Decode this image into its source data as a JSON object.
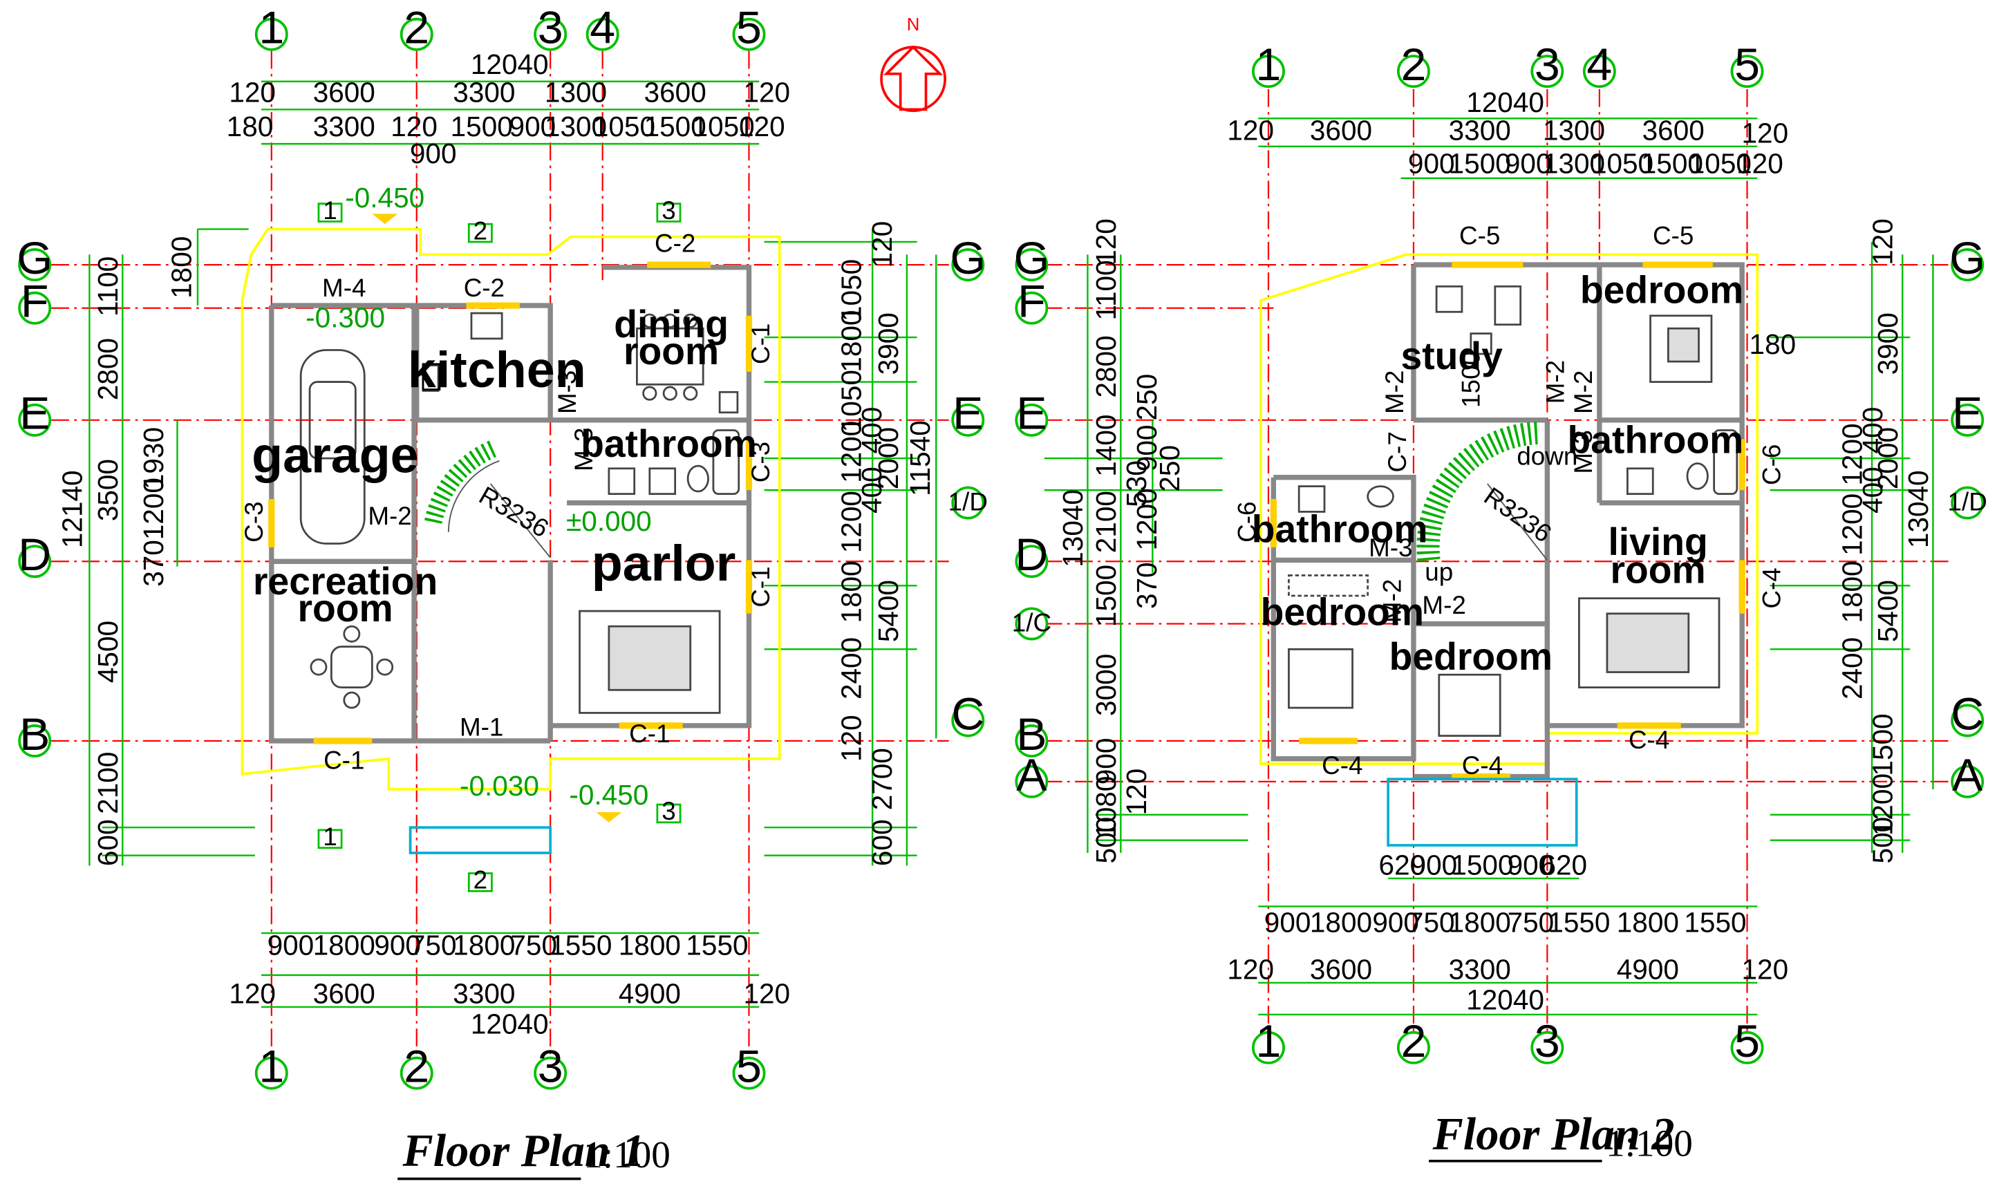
{
  "plan1": {
    "caption": "Floor Plan 1",
    "scale": "1:100",
    "north": "N",
    "top_dims": {
      "overall": "12040",
      "row1": [
        "120",
        "3600",
        "3300",
        "1300",
        "3600",
        "120"
      ],
      "row2": [
        "180",
        "3300",
        "120",
        "1500",
        "900",
        "1300",
        "1050",
        "1500",
        "1050",
        "120"
      ],
      "row2_sub": "900"
    },
    "bottom_dims": {
      "row1": [
        "900",
        "1800",
        "900",
        "750",
        "1800",
        "750",
        "1550",
        "1800",
        "1550"
      ],
      "row2": [
        "120",
        "3600",
        "3300",
        "4900",
        "120"
      ],
      "overall": "12040"
    },
    "left_dims": {
      "outer": "12140",
      "col1": [
        "1100",
        "2800",
        "3500",
        "4500",
        "2100",
        "600"
      ],
      "col2": [
        "1800",
        "1930",
        "3701200"
      ]
    },
    "right_dims": {
      "outer": "11540",
      "col1": [
        "120",
        "1050",
        "1800",
        "1050",
        "1200",
        "1200",
        "1800",
        "2400",
        "120",
        "2700",
        "600"
      ],
      "col2": [
        "3900",
        "400",
        "2000",
        "400",
        "5400"
      ]
    },
    "axes_cols": [
      "1",
      "2",
      "3",
      "4",
      "5"
    ],
    "axes_rows_left": [
      "G",
      "F",
      "E",
      "D",
      "B"
    ],
    "axes_rows_right": [
      "G",
      "E",
      "1/D",
      "C"
    ],
    "rooms": {
      "garage": "garage",
      "kitchen": "kitchen",
      "dining_1": "dining",
      "dining_2": "room",
      "bathroom": "bathroom",
      "parlor": "parlor",
      "recreation_1": "recreation",
      "recreation_2": "room"
    },
    "labels": {
      "m4": "M-4",
      "c2a": "C-2",
      "c2b": "C-2",
      "c1r1": "C-1",
      "c3r": "C-3",
      "c1r2": "C-1",
      "m3a": "M-3",
      "m3b": "M-3",
      "c3l": "C-3",
      "m2": "M-2",
      "c1b1": "C-1",
      "m1": "M-1",
      "c1b2": "C-1",
      "r": "R3236"
    },
    "levels": [
      "-0.450",
      "-0.300",
      "±0.000",
      "-0.030",
      "-0.450"
    ],
    "section_marks": [
      "1",
      "2",
      "3",
      "1",
      "2",
      "3"
    ]
  },
  "plan2": {
    "caption": "Floor Plan 2",
    "scale": "1:100",
    "top_dims": {
      "overall": "12040",
      "row1": [
        "120",
        "3600",
        "3300",
        "1300",
        "3600",
        "120"
      ],
      "row2": [
        "900",
        "1500",
        "900",
        "1300",
        "1050",
        "1500",
        "1050",
        "120"
      ]
    },
    "bottom_dims": {
      "row0": [
        "620",
        "900",
        "1500",
        "900",
        "620"
      ],
      "row1": [
        "900",
        "1800",
        "900",
        "750",
        "1800",
        "750",
        "1550",
        "1800",
        "1550"
      ],
      "row2": [
        "120",
        "3600",
        "3300",
        "4900",
        "120"
      ],
      "overall": "12040"
    },
    "left_dims": {
      "outer": "13040",
      "col1": [
        "120",
        "1100",
        "2800",
        "1400",
        "2100",
        "1500",
        "3000",
        "900",
        "120",
        "500",
        "1080"
      ],
      "col2": [
        "250",
        "900",
        "530",
        "1200",
        "370",
        "250"
      ]
    },
    "right_dims": {
      "outer": "13040",
      "col1": [
        "120",
        "180",
        "1200",
        "1200",
        "1800",
        "2400",
        "1500",
        "1200",
        "500"
      ],
      "col2": [
        "3900",
        "400",
        "2000",
        "400",
        "5400"
      ]
    },
    "axes_cols": [
      "1",
      "2",
      "3",
      "4",
      "5"
    ],
    "axes_rows_left": [
      "G",
      "F",
      "E",
      "D",
      "1/C",
      "B",
      "A"
    ],
    "axes_rows_right": [
      "G",
      "E",
      "1/D",
      "C",
      "A"
    ],
    "rooms": {
      "study": "study",
      "bedroom_ne": "bedroom",
      "bathroom_e": "bathroom",
      "bathroom_w": "bathroom",
      "living_1": "living",
      "living_2": "room",
      "bedroom_w": "bedroom",
      "bedroom_s": "bedroom"
    },
    "labels": {
      "c5a": "C-5",
      "c5b": "C-5",
      "m2a": "M-2",
      "m2b": "M-2",
      "m2c": "M-2",
      "m2d": "M-2",
      "m2e": "M-2",
      "c7": "C-7",
      "c6l": "C-6",
      "c6r": "C-6",
      "m3a": "M-3",
      "m3b": "M-3",
      "c4r": "C-4",
      "c4a": "C-4",
      "c4b": "C-4",
      "c4c": "C-4",
      "down": "down",
      "up": "up",
      "r": "R3236",
      "v1500": "1500"
    }
  }
}
